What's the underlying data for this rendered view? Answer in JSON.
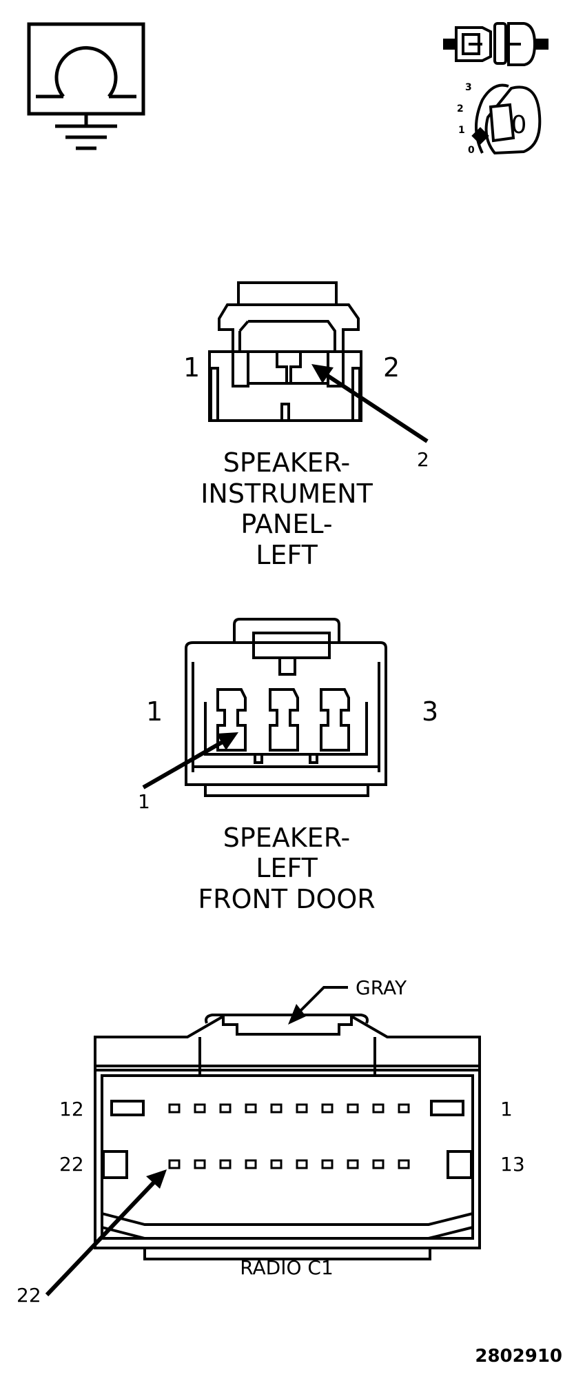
{
  "icons": {
    "ground_meter": "ohm-ground-icon",
    "connector_key": "connector-icon",
    "ignition_key": "ignition-key-icon"
  },
  "ignition": {
    "positions": [
      "3",
      "2",
      "1",
      "0"
    ],
    "key_label": "0"
  },
  "connector1": {
    "pin_left": "1",
    "pin_right": "2",
    "callout": "2",
    "title": [
      "SPEAKER-",
      "INSTRUMENT",
      "PANEL-",
      "LEFT"
    ]
  },
  "connector2": {
    "pin_left": "1",
    "pin_right": "3",
    "callout": "1",
    "title": [
      "SPEAKER-",
      "LEFT",
      "FRONT DOOR"
    ]
  },
  "connector3": {
    "color_label": "GRAY",
    "pin_top_left": "12",
    "pin_top_right": "1",
    "pin_bottom_left": "22",
    "pin_bottom_right": "13",
    "callout": "22",
    "title": "RADIO C1"
  },
  "figure_number": "2802910"
}
